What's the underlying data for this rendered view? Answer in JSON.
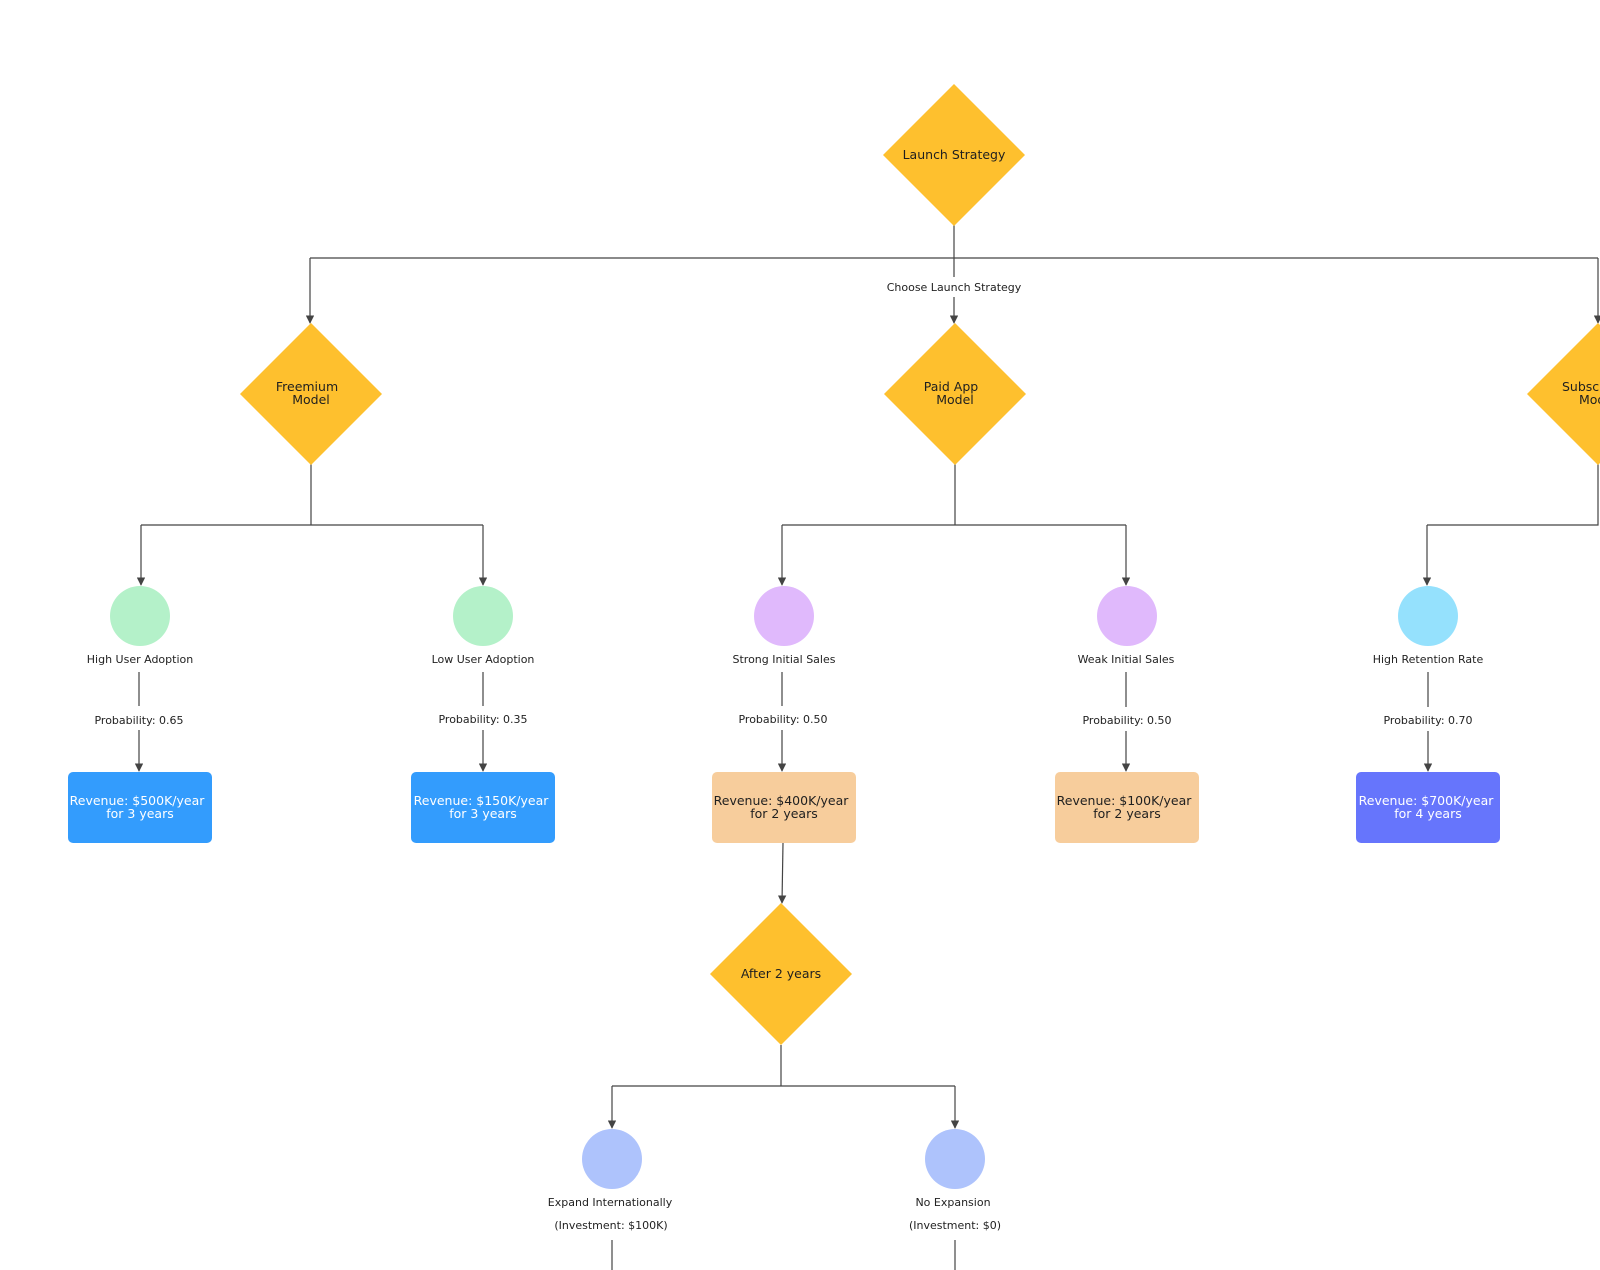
{
  "diagram": {
    "root": {
      "label": "Launch Strategy"
    },
    "root_edge_label": "Choose Launch Strategy",
    "strategies": [
      {
        "label": [
          "Freemium",
          "Model"
        ]
      },
      {
        "label": [
          "Paid App",
          "Model"
        ]
      },
      {
        "label": [
          "Subscription",
          "Model"
        ]
      }
    ],
    "outcomes": [
      {
        "label": "High User Adoption",
        "probability": "Probability: 0.65",
        "result": [
          "Revenue: $500K/year",
          "for 3 years"
        ]
      },
      {
        "label": "Low User Adoption",
        "probability": "Probability: 0.35",
        "result": [
          "Revenue: $150K/year",
          "for 3 years"
        ]
      },
      {
        "label": "Strong Initial Sales",
        "probability": "Probability: 0.50",
        "result": [
          "Revenue: $400K/year",
          "for 2 years"
        ]
      },
      {
        "label": "Weak Initial Sales",
        "probability": "Probability: 0.50",
        "result": [
          "Revenue: $100K/year",
          "for 2 years"
        ]
      },
      {
        "label": "High Retention Rate",
        "probability": "Probability: 0.70",
        "result": [
          "Revenue: $700K/year",
          "for 4 years"
        ]
      }
    ],
    "followup_decision": {
      "label": "After 2 years"
    },
    "expansion_options": [
      {
        "label": "Expand Internationally",
        "investment": "(Investment: $100K)"
      },
      {
        "label": "No Expansion",
        "investment": "(Investment: $0)"
      }
    ]
  },
  "colors": {
    "decision": "#fec02e",
    "freemium_chance": "#b4f1c9",
    "paid_chance": "#e0b9fc",
    "subscription_chance": "#95e1fd",
    "expansion_chance": "#aec3fc",
    "freemium_outcome": "#339cfd",
    "paid_outcome": "#f7cd9c",
    "subscription_outcome": "#6675fc",
    "edge": "#444444"
  }
}
